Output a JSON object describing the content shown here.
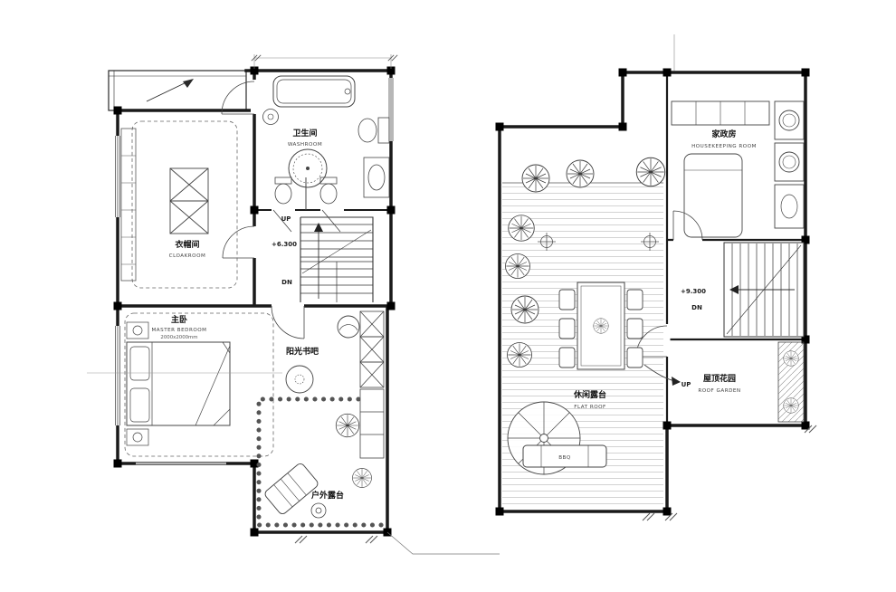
{
  "canvas": {
    "bg": "#ffffff",
    "line_color": "#222222"
  },
  "left_plan": {
    "washroom": {
      "cn": "卫生间",
      "en": "WASHROOM"
    },
    "cloakroom": {
      "cn": "衣帽间",
      "en": "CLOAKROOM"
    },
    "master_bedroom": {
      "cn": "主卧",
      "en": "MASTER BEDROOM",
      "dim": "2000x2000mm"
    },
    "book_bar": {
      "cn": "阳光书吧"
    },
    "outdoor_terrace": {
      "cn": "户外露台"
    },
    "elevation": "+6.300",
    "up": "UP",
    "dn": "DN"
  },
  "right_plan": {
    "housekeeping": {
      "cn": "家政房",
      "en": "HOUSEKEEPING ROOM"
    },
    "flat_roof": {
      "cn": "休闲露台",
      "en": "FLAT ROOF"
    },
    "roof_garden": {
      "cn": "屋顶花园",
      "en": "ROOF GARDEN"
    },
    "elevation": "+9.300",
    "up": "UP",
    "dn": "DN",
    "bbq": "BBQ"
  }
}
